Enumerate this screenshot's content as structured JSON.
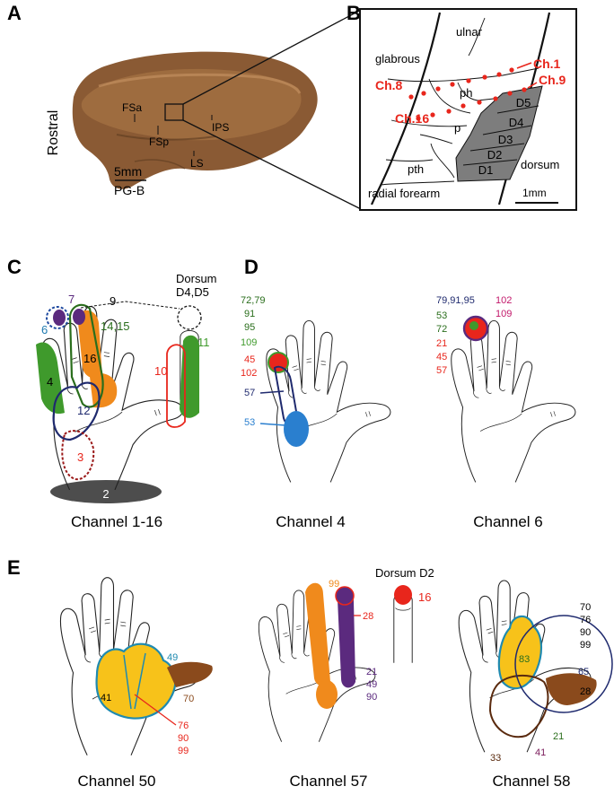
{
  "panels": {
    "A": "A",
    "B": "B",
    "C": "C",
    "D": "D",
    "E": "E"
  },
  "panelA": {
    "rostral": "Rostral",
    "labels": {
      "fsa": "FSa",
      "fsp": "FSp",
      "ips": "IPS",
      "ls": "LS"
    },
    "scale": "5mm",
    "sample": "PG-B"
  },
  "panelB": {
    "regions": {
      "ulnar": "ulnar",
      "glabrous": "glabrous",
      "ph": "ph",
      "p": "p",
      "pth": "pth",
      "dorsum": "dorsum",
      "radial": "radial forearm"
    },
    "digits": [
      "D5",
      "D4",
      "D3",
      "D2",
      "D1"
    ],
    "channels": {
      "ch1": "Ch.1",
      "ch9": "Ch.9",
      "ch8": "Ch.8",
      "ch16": "Ch.16"
    },
    "scale": "1mm"
  },
  "panelC": {
    "caption": "Channel 1-16",
    "dorsum_line1": "Dorsum",
    "dorsum_line2": "D4,D5",
    "nums": {
      "n2": "2",
      "n3": "3",
      "n4": "4",
      "n6": "6",
      "n7": "7",
      "n9": "9",
      "n10": "10",
      "n11": "11",
      "n12": "12",
      "n1415": "14,15",
      "n16": "16"
    }
  },
  "panelD": {
    "caption4": "Channel 4",
    "caption6": "Channel 6",
    "ch4": {
      "a": "72,79",
      "b": "91",
      "c": "95",
      "d": "109",
      "e": "45",
      "f": "102",
      "g": "57",
      "h": "53"
    },
    "ch6": {
      "a": "79,91,95",
      "b": "53",
      "c": "72",
      "d": "21",
      "e": "45",
      "f": "57",
      "g": "102",
      "h": "109"
    }
  },
  "panelE": {
    "caption50": "Channel 50",
    "caption57": "Channel 57",
    "caption58": "Channel 58",
    "dorsum": "Dorsum D2",
    "ch50": {
      "a": "49",
      "b": "41",
      "c": "70",
      "d": "76",
      "e": "90",
      "f": "99"
    },
    "ch57": {
      "a": "99",
      "b": "28",
      "c": "21",
      "d": "49",
      "e": "90",
      "f": "16"
    },
    "ch58": {
      "a": "70",
      "b": "76",
      "c": "90",
      "d": "99",
      "e": "83",
      "f": "65",
      "g": "28",
      "h": "21",
      "i": "33",
      "j": "41"
    }
  },
  "colors": {
    "red": "#e8261c",
    "green": "#3f9a2c",
    "orange": "#f08a1c",
    "blue": "#2a7fcf",
    "navy": "#1f2a6e",
    "purple": "#5b2a7e",
    "brown": "#8a4a1c",
    "yellow": "#f7c21a",
    "gray": "#7d7d7d"
  }
}
